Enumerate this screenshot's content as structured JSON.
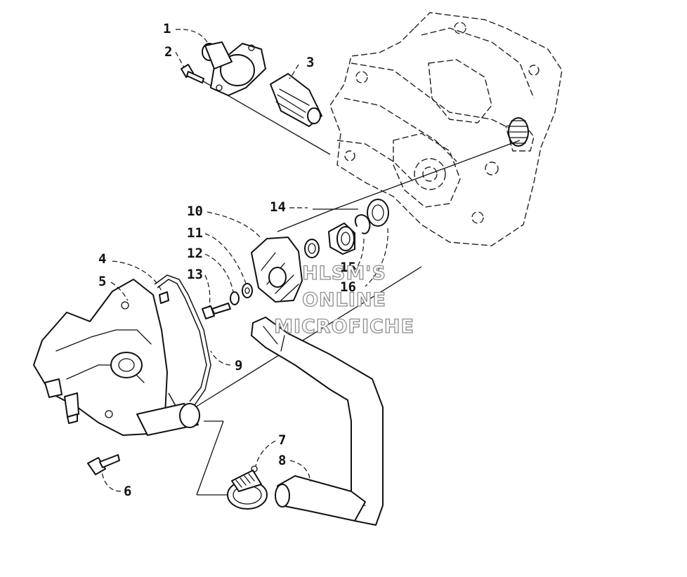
{
  "callouts": [
    {
      "id": "1",
      "label": "1"
    },
    {
      "id": "2",
      "label": "2"
    },
    {
      "id": "3",
      "label": "3"
    },
    {
      "id": "4",
      "label": "4"
    },
    {
      "id": "5",
      "label": "5"
    },
    {
      "id": "6",
      "label": "6"
    },
    {
      "id": "7",
      "label": "7"
    },
    {
      "id": "8",
      "label": "8"
    },
    {
      "id": "9",
      "label": "9"
    },
    {
      "id": "10",
      "label": "10"
    },
    {
      "id": "11",
      "label": "11"
    },
    {
      "id": "12",
      "label": "12"
    },
    {
      "id": "13",
      "label": "13"
    },
    {
      "id": "14",
      "label": "14"
    },
    {
      "id": "15",
      "label": "15"
    },
    {
      "id": "16",
      "label": "16"
    }
  ],
  "watermark": {
    "line1": "HLSM'S",
    "line2": "ONLINE",
    "line3": "MICROFICHE"
  }
}
